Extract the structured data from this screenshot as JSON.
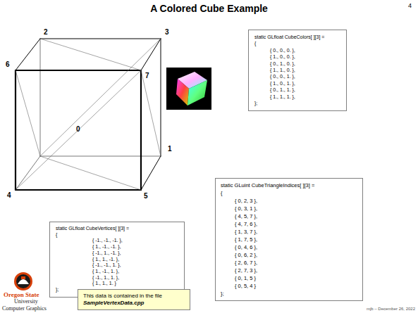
{
  "diagram": {
    "title": "A Colored Cube Example",
    "nodes": [
      {
        "text": [
          "static GLfloat CubeColors[ ][3] =",
          "{",
          "{ 0., 0., 0. },",
          "{ 1., 0., 0. },",
          "{ 0., 1., 0. },",
          "{ 1., 1., 0. },",
          "{ 0., 0., 1. },",
          "{ 1., 0., 1. },",
          "{ 0., 1., 1. },",
          "{ 1., 1., 1. },",
          "};"
        ]
      },
      {
        "text": [
          "static GLfloat CubeVertices[ ][3] =",
          "{",
          "{ -1., -1., -1. },",
          "{ 1., -1., -1. },",
          "{ -1., 1., -1. },",
          "{ 1., 1., -1. },",
          "{ -1., -1., 1. },",
          "{ 1., -1., 1. },",
          "{ -1., 1., 1. },",
          "{ 1., 1., 1. }",
          "};"
        ]
      },
      {
        "text": [
          "static GLuint CubeTriangleIndices[ ][3] =",
          "{",
          "{ 0, 2, 3 },",
          "{ 0, 3, 1 },",
          "{ 4, 5, 7 },",
          "{ 4, 7, 6 },",
          "{ 1, 3, 7 },",
          "{ 1, 7, 5 },",
          "{ 0, 4, 6 },",
          "{ 0, 6, 2 },",
          "{ 2, 6, 7 },",
          "{ 2, 7, 3 },",
          "{ 0, 1, 5 }",
          "{ 0, 5, 4 }",
          "};"
        ]
      },
      {
        "text": [
          "This data is contained in the file",
          "SampleVertexData.cpp"
        ]
      }
    ],
    "labels": [
      "4",
      "2",
      "3",
      "6",
      "7",
      "0",
      "1",
      "4",
      "5",
      "Oregon State",
      "University",
      "Computer Graphics",
      "mjb – December 26, 2022"
    ]
  }
}
